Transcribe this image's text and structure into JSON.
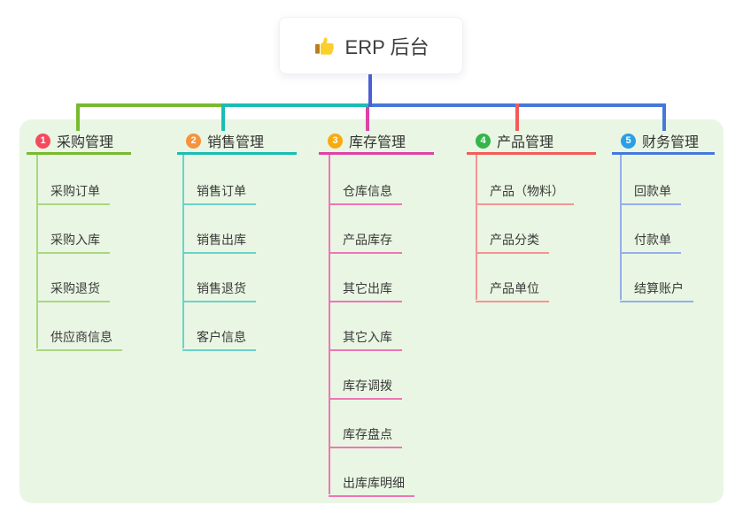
{
  "root": {
    "label": "ERP 后台",
    "icon": "thumbs-up-icon",
    "stem_color": "#4c5fd2",
    "background": "#ffffff"
  },
  "panel": {
    "background": "#e9f6e3"
  },
  "branches": [
    {
      "number": "1",
      "label": "采购管理",
      "badge_color": "#f5495e",
      "line_color": "#78ba2f",
      "child_line_color": "#abd681",
      "children": [
        "采购订单",
        "采购入库",
        "采购退货",
        "供应商信息"
      ]
    },
    {
      "number": "2",
      "label": "销售管理",
      "badge_color": "#f6933c",
      "line_color": "#19bdb4",
      "child_line_color": "#6bd2ca",
      "children": [
        "销售订单",
        "销售出库",
        "销售退货",
        "客户信息"
      ]
    },
    {
      "number": "3",
      "label": "库存管理",
      "badge_color": "#f8ab10",
      "line_color": "#dc43a6",
      "child_line_color": "#ef74b6",
      "children": [
        "仓库信息",
        "产品库存",
        "其它出库",
        "其它入库",
        "库存调拨",
        "库存盘点",
        "出库库明细"
      ]
    },
    {
      "number": "4",
      "label": "产品管理",
      "badge_color": "#35b44a",
      "line_color": "#f25b5b",
      "child_line_color": "#f59494",
      "children": [
        "产品（物料）",
        "产品分类",
        "产品单位"
      ]
    },
    {
      "number": "5",
      "label": "财务管理",
      "badge_color": "#2a9fe6",
      "line_color": "#4678dc",
      "child_line_color": "#95afe9",
      "children": [
        "回款单",
        "付款单",
        "结算账户"
      ]
    }
  ]
}
